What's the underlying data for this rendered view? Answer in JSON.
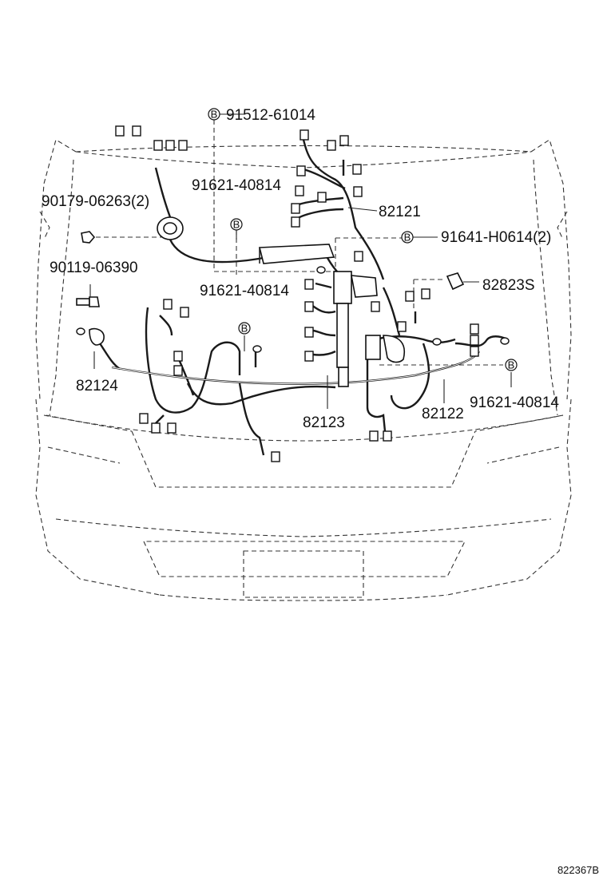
{
  "labels": {
    "p91512": "91512-61014",
    "p91621_a": "91621-40814",
    "p90179": "90179-06263(2)",
    "p82121": "82121",
    "p91641": "91641-H0614(2)",
    "p90119": "90119-06390",
    "p91621_b": "91621-40814",
    "p82823s": "82823S",
    "p82124": "82124",
    "p91621_c": "91621-40814",
    "p82123": "82123",
    "p82122": "82122"
  },
  "markers": {
    "b": "B"
  },
  "diagram_code": "822367B"
}
